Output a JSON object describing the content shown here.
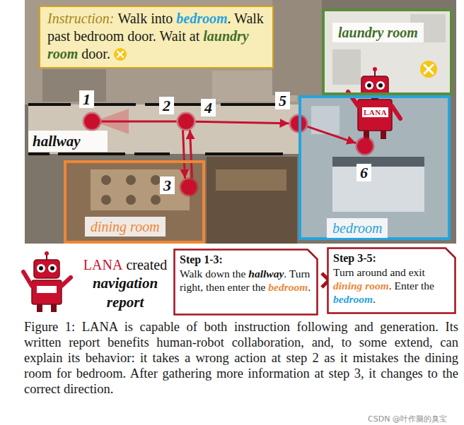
{
  "diagram": {
    "caption": "Figure 1: LANA is capable of both instruction following and generation. Its written report benefits human-robot collaboration, and, to some extend, can explain its behavior: it takes a wrong action at step 2 as it mistakes the dining room for bedroom. After gathering more information at step 3, it changes to the correct direction.",
    "nodes": [
      {
        "text": [
          "Instruction:",
          "Walk into",
          "bedroom",
          ". Walk past bedroom door. Wait at",
          "laundry room",
          "door."
        ]
      },
      {
        "text": [
          "laundry room"
        ]
      },
      {
        "text": [
          "hallway"
        ]
      },
      {
        "text": [
          "1"
        ]
      },
      {
        "text": [
          "2",
          "4"
        ]
      },
      {
        "text": [
          "5"
        ]
      },
      {
        "text": [
          "dining room"
        ]
      },
      {
        "text": [
          "3"
        ],
        "in": 6
      },
      {
        "text": [
          "bedroom"
        ]
      },
      {
        "text": [
          "6"
        ],
        "in": 8
      },
      {
        "text": [
          "Step 1-3:",
          "Walk down the",
          "hallway",
          ". Turn right, then enter the",
          "bedroom",
          "."
        ]
      },
      {
        "text": [
          "Step 3-5:",
          "Turn around and exit",
          "dining room",
          ". Enter the",
          "bedroom",
          "."
        ]
      }
    ],
    "edges": [
      {
        "from": 3,
        "to": 4,
        "arrow": "none"
      },
      {
        "from": 4,
        "to": 7,
        "arrow": "to"
      },
      {
        "from": 7,
        "to": 4,
        "arrow": "to"
      },
      {
        "from": 4,
        "to": 5,
        "arrow": "to"
      },
      {
        "from": 5,
        "to": 9,
        "arrow": "to"
      }
    ],
    "labels": [
      "LANA",
      "LANA",
      "created",
      "navigation report",
      "CSDN @叶作脑的臭宝"
    ]
  }
}
